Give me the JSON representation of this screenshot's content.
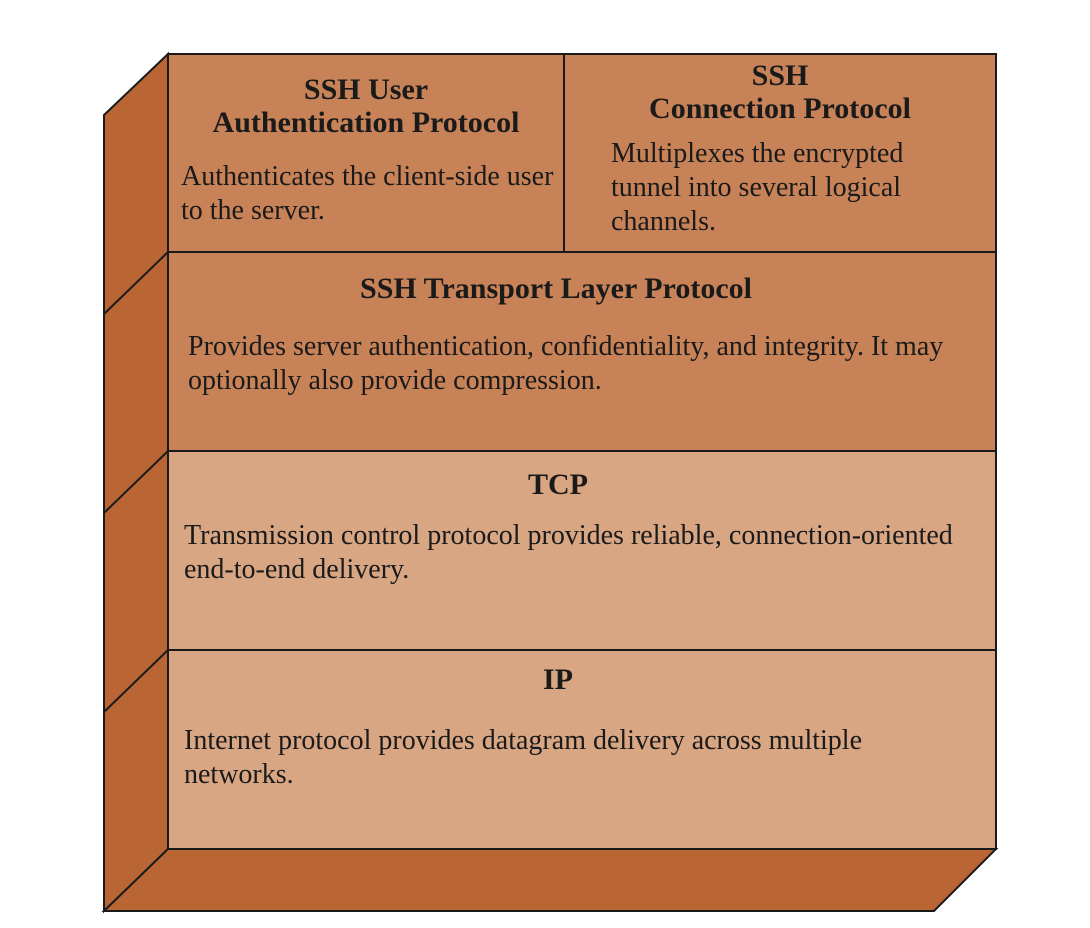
{
  "colors": {
    "side_face": "#b96634",
    "top_layer": "#c88257",
    "lower_layers": "#d9a683",
    "outline": "#1a1a1a"
  },
  "layers": {
    "user_auth": {
      "title_line1": "SSH User",
      "title_line2": "Authentication Protocol",
      "description": "Authenticates the client-side user to the server."
    },
    "connection": {
      "title_line1": "SSH",
      "title_line2": "Connection Protocol",
      "description": "Multiplexes the encrypted tunnel into several logical channels."
    },
    "transport": {
      "title": "SSH Transport Layer Protocol",
      "description": "Provides server authentication, confidentiality, and integrity. It may optionally also provide compression."
    },
    "tcp": {
      "title": "TCP",
      "description": "Transmission control protocol provides reliable, connection-oriented end-to-end delivery."
    },
    "ip": {
      "title": "IP",
      "description": "Internet protocol provides datagram delivery across multiple networks."
    }
  }
}
